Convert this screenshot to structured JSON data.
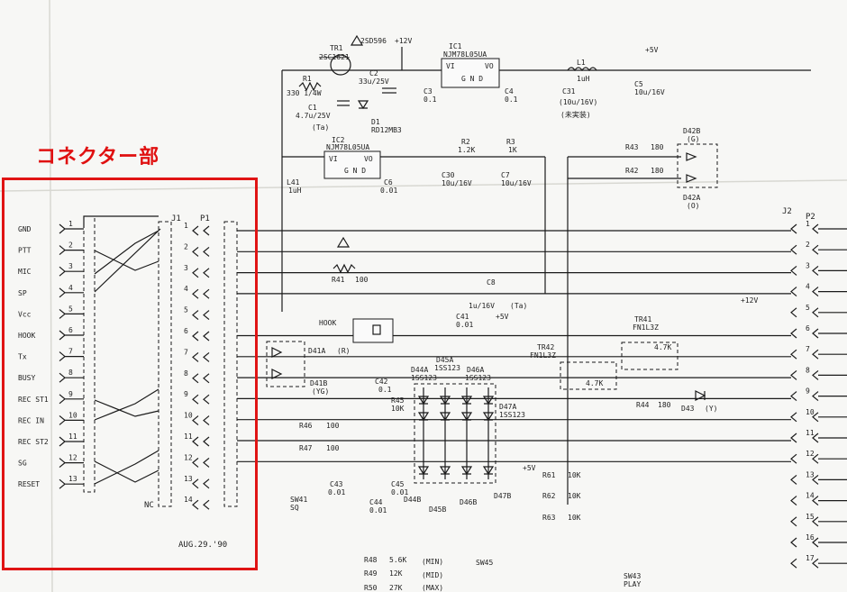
{
  "annotation": {
    "title": "コネクター部",
    "frame_color": "#e01414"
  },
  "date": "AUG.29.'90",
  "left_pins": [
    {
      "num": "1",
      "label": "GND"
    },
    {
      "num": "2",
      "label": "PTT"
    },
    {
      "num": "3",
      "label": "MIC"
    },
    {
      "num": "4",
      "label": "SP"
    },
    {
      "num": "5",
      "label": "Vcc"
    },
    {
      "num": "6",
      "label": "HOOK"
    },
    {
      "num": "7",
      "label": "Tx"
    },
    {
      "num": "8",
      "label": "BUSY"
    },
    {
      "num": "9",
      "label": "REC ST1"
    },
    {
      "num": "10",
      "label": "REC IN"
    },
    {
      "num": "11",
      "label": "REC ST2"
    },
    {
      "num": "12",
      "label": "SG"
    },
    {
      "num": "13",
      "label": "RESET"
    }
  ],
  "mid_pins": [
    "1",
    "2",
    "3",
    "4",
    "5",
    "6",
    "7",
    "8",
    "9",
    "10",
    "11",
    "12",
    "13",
    "14"
  ],
  "right_pins": [
    "1",
    "2",
    "3",
    "4",
    "5",
    "6",
    "7",
    "8",
    "9",
    "10",
    "11",
    "12",
    "13",
    "14",
    "15",
    "16",
    "17"
  ],
  "connectors": {
    "j1": "J1",
    "p1": "P1",
    "j2": "J2",
    "p2": "P2",
    "nc": "NC"
  },
  "components": {
    "tr1": "TR1",
    "tr1_part": "2SC1621",
    "tr1_alt": "2SD596",
    "r1": "R1",
    "r1_val": "330 1/4W",
    "c1": "C1",
    "c1_val": "4.7u/25V",
    "c1_note": "(Ta)",
    "c2": "C2",
    "c2_val": "33u/25V",
    "d1": "D1",
    "d1_part": "RD12MB3",
    "ic1": "IC1",
    "ic1_part": "NJM78L05UA",
    "ic_vi": "VI",
    "ic_vo": "VO",
    "ic_gnd": "G N D",
    "c3": "C3",
    "c3_val": "0.1",
    "c4": "C4",
    "c4_val": "0.1",
    "c31": "C31",
    "c31_val": "(10u/16V)",
    "c31_note": "(未実装)",
    "l1": "L1",
    "l1_val": "1uH",
    "c5": "C5",
    "c5_val": "10u/16V",
    "ic2": "IC2",
    "ic2_part": "NJM78L05UA",
    "l41": "L41",
    "l41_val": "1uH",
    "c6": "C6",
    "c6_val": "0.01",
    "c30": "C30",
    "c30_val": "10u/16V",
    "r2": "R2",
    "r2_val": "1.2K",
    "r3": "R3",
    "r3_val": "1K",
    "c7": "C7",
    "c7_val": "10u/16V",
    "r43": "R43",
    "r43_val": "180",
    "r42": "R42",
    "r42_val": "180",
    "d42b": "D42B",
    "d42b_color": "(G)",
    "d42a": "D42A",
    "d42a_color": "(O)",
    "r41": "R41",
    "r41_val": "100",
    "c8": "C8",
    "c8_val": "1u/16V",
    "c8_note": "(Ta)",
    "c41": "C41",
    "c41_val": "0.01",
    "hook": "HOOK",
    "d41a": "D41A",
    "d41a_color": "(R)",
    "d41b": "D41B",
    "d41b_color": "(YG)",
    "c42": "C42",
    "c42_val": "0.1",
    "r45": "R45",
    "r45_val": "10K",
    "r46": "R46",
    "r46_val": "100",
    "r47": "R47",
    "r47_val": "100",
    "c43": "C43",
    "c43_val": "0.01",
    "c44": "C44",
    "c44_val": "0.01",
    "c45": "C45",
    "c45_val": "0.01",
    "d44a": "D44A",
    "d44a_part": "1SS123",
    "d45a": "D45A",
    "d45a_part": "1SS123",
    "d46a": "D46A",
    "d46a_part": "1SS123",
    "d47a": "D47A",
    "d47a_part": "1SS123",
    "d44b": "D44B",
    "d45b": "D45B",
    "d46b": "D46B",
    "d47b": "D47B",
    "tr41": "TR41",
    "tr41_part": "FN1L3Z",
    "tr41_r": "4.7K",
    "tr42": "TR42",
    "tr42_part": "FN1L3Z",
    "tr42_r": "4.7K",
    "r44": "R44",
    "r44_val": "180",
    "d43": "D43",
    "d43_color": "(Y)",
    "sw41": "SW41",
    "sw41_name": "SQ",
    "r61": "R61",
    "r61_val": "10K",
    "r62": "R62",
    "r62_val": "10K",
    "r63": "R63",
    "r63_val": "10K",
    "r48": "R48",
    "r48_val": "5.6K",
    "r48_note": "(MIN)",
    "r49": "R49",
    "r49_val": "12K",
    "r49_note": "(MID)",
    "r50": "R50",
    "r50_val": "27K",
    "r50_note": "(MAX)",
    "sw45": "SW45",
    "sw43": "SW43",
    "sw43_name": "PLAY"
  },
  "rails": {
    "p12v": "+12V",
    "p5v": "+5V"
  }
}
